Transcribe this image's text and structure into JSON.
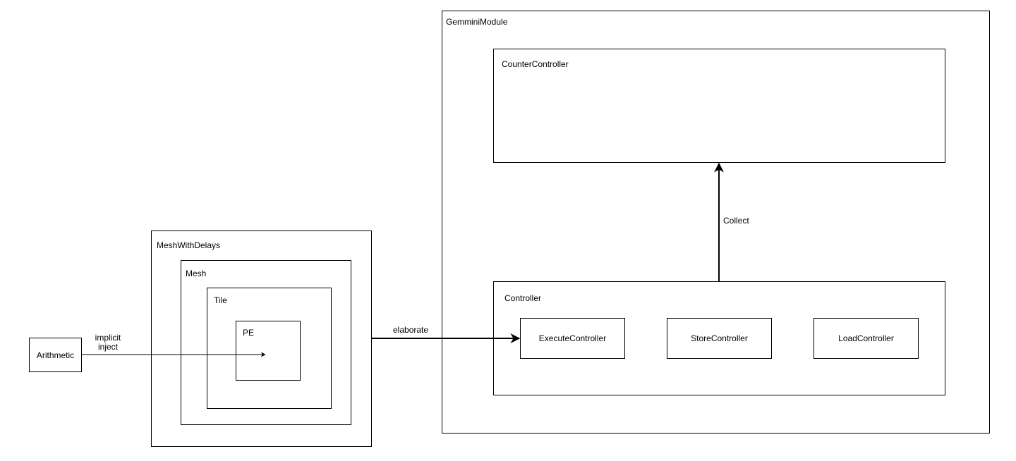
{
  "nodes": {
    "gemmini_module": "GemminiModule",
    "counter_controller": "CounterController",
    "controller": "Controller",
    "execute_controller": "ExecuteController",
    "store_controller": "StoreController",
    "load_controller": "LoadController",
    "mesh_with_delays": "MeshWithDelays",
    "mesh": "Mesh",
    "tile": "Tile",
    "pe": "PE",
    "arithmetic": "Arithmetic"
  },
  "edges": {
    "implicit_inject_line1": "implicit",
    "implicit_inject_line2": "inject",
    "elaborate": "elaborate",
    "collect": "Collect"
  }
}
